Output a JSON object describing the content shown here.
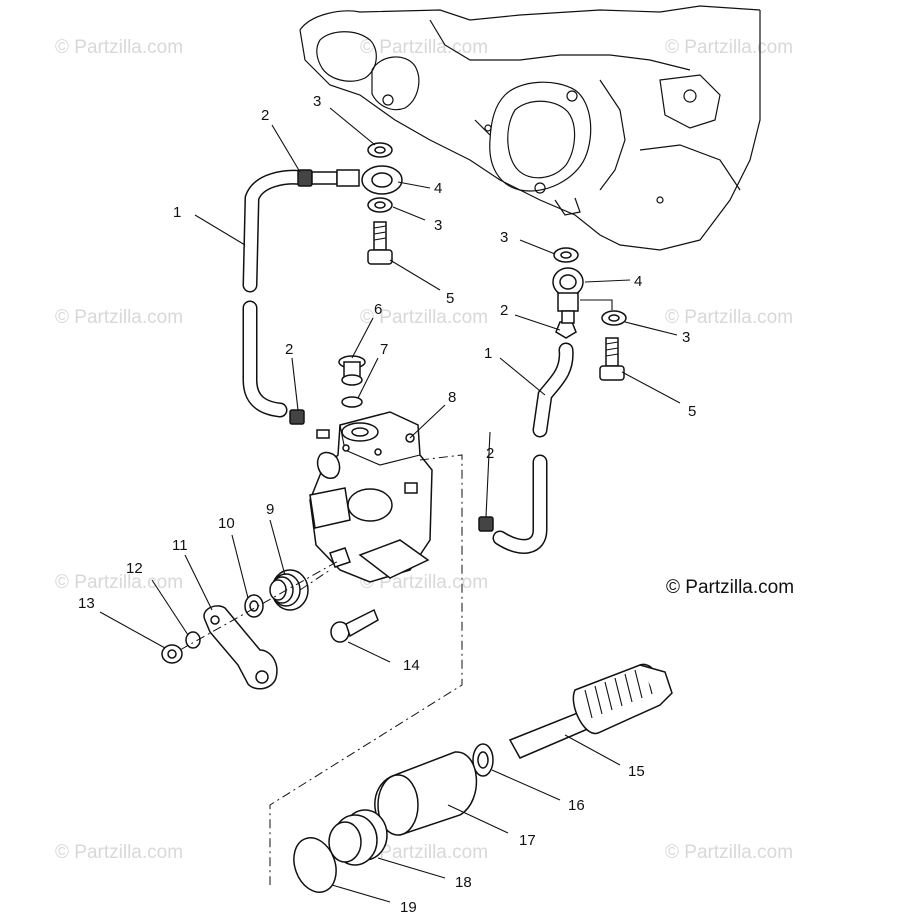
{
  "watermark": {
    "text": "© Partzilla.com"
  },
  "copyright": {
    "text": "© Partzilla.com"
  },
  "callouts": {
    "c1a": "1",
    "c1b": "1",
    "c2a": "2",
    "c2b": "2",
    "c2c": "2",
    "c2d": "2",
    "c3a": "3",
    "c3b": "3",
    "c3c": "3",
    "c3d": "3",
    "c4a": "4",
    "c4b": "4",
    "c5a": "5",
    "c5b": "5",
    "c6": "6",
    "c7": "7",
    "c8": "8",
    "c9": "9",
    "c10": "10",
    "c11": "11",
    "c12": "12",
    "c13": "13",
    "c14": "14",
    "c15": "15",
    "c16": "16",
    "c17": "17",
    "c18": "18",
    "c19": "19"
  }
}
